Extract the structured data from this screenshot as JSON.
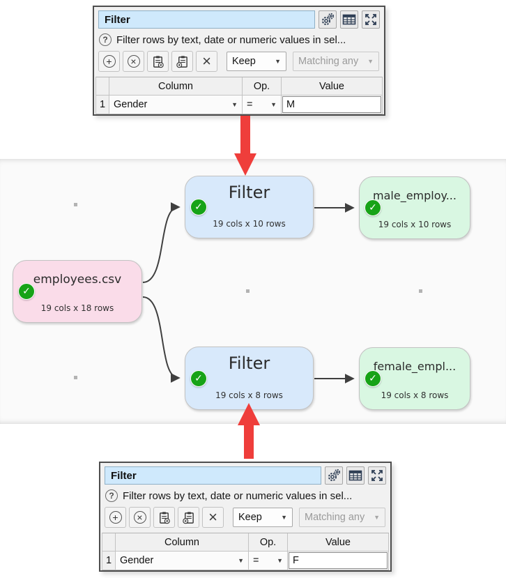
{
  "colors": {
    "accent_red": "#ef3e3b",
    "title_field_blue": "#cfe9fc",
    "panel_bg": "#f1f1f1",
    "canvas_bg": "#fafafa",
    "edge_color": "#3f3f3f",
    "check_green": "#17a317",
    "node_pink": "#fadce9",
    "node_blue": "#d8e9fb",
    "node_green": "#d9f7e2"
  },
  "icons": {
    "help_glyph": "?",
    "add_glyph": "+",
    "remove_glyph": "×",
    "delete_glyph": "×",
    "dropdown_glyph": "▼",
    "check_glyph": "✓"
  },
  "panel_top": {
    "title": "Filter",
    "help_text": "Filter rows by text, date or numeric values in sel...",
    "toolbar": {
      "keep": "Keep",
      "matching": "Matching any"
    },
    "table": {
      "headers": {
        "column": "Column",
        "op": "Op.",
        "value": "Value"
      },
      "row": {
        "num": "1",
        "column": "Gender",
        "op": "=",
        "value": "M"
      }
    }
  },
  "panel_bottom": {
    "title": "Filter",
    "help_text": "Filter rows by text, date or numeric values in sel...",
    "toolbar": {
      "keep": "Keep",
      "matching": "Matching any"
    },
    "table": {
      "headers": {
        "column": "Column",
        "op": "Op.",
        "value": "Value"
      },
      "row": {
        "num": "1",
        "column": "Gender",
        "op": "=",
        "value": "F"
      }
    }
  },
  "canvas": {
    "nodes": {
      "source": {
        "title": "employees.csv",
        "subtitle": "19 cols x 18 rows",
        "color": "#fadce9"
      },
      "filter_top": {
        "title": "Filter",
        "subtitle": "19 cols x 10 rows",
        "color": "#d8e9fb"
      },
      "male": {
        "title": "male_employ...",
        "subtitle": "19 cols x 10 rows",
        "color": "#d9f7e2"
      },
      "filter_bottom": {
        "title": "Filter",
        "subtitle": "19 cols x 8 rows",
        "color": "#d8e9fb"
      },
      "female": {
        "title": "female_empl...",
        "subtitle": "19 cols x 8 rows",
        "color": "#d9f7e2"
      }
    }
  }
}
